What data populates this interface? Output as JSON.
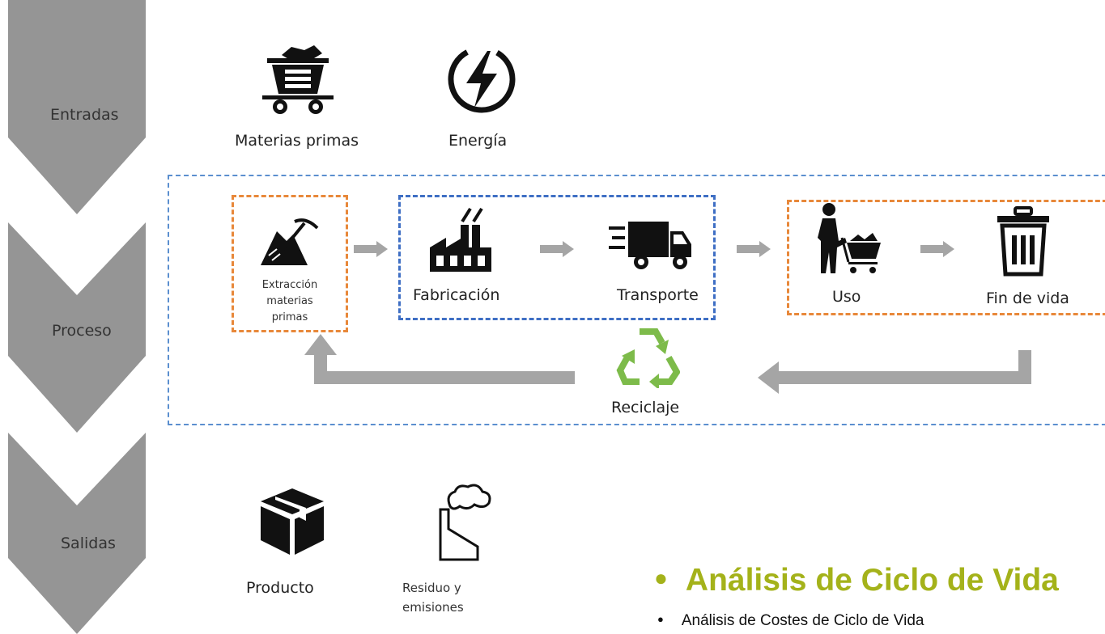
{
  "stages": {
    "inputs": "Entradas",
    "process": "Proceso",
    "outputs": "Salidas"
  },
  "inputs": {
    "raw_materials": "Materias primas",
    "energy": "Energía"
  },
  "process": {
    "extraction": [
      "Extracción",
      "materias",
      "primas"
    ],
    "manufacturing": "Fabricación",
    "transport": "Transporte",
    "use": "Uso",
    "end_of_life": "Fin de vida",
    "recycling": "Reciclaje"
  },
  "outputs": {
    "product": "Producto",
    "waste": [
      "Residuo y",
      "emisiones"
    ]
  },
  "bullets": {
    "main": "Análisis de Ciclo de Vida",
    "sub": "Análisis de Costes de Ciclo de Vida"
  },
  "colors": {
    "chevron": "#959595",
    "arrow": "#a5a5a5",
    "orange_dash": "#e8883a",
    "blue_dash": "#3f6fc4",
    "recycle_green": "#7dbb4a",
    "bullet_title": "#a4b21a"
  },
  "icons": [
    "mine-cart-icon",
    "lightning-icon",
    "mining-icon",
    "factory-icon",
    "truck-icon",
    "shopper-cart-icon",
    "trash-bin-icon",
    "recycle-icon",
    "box-icon",
    "factory-smoke-icon"
  ]
}
